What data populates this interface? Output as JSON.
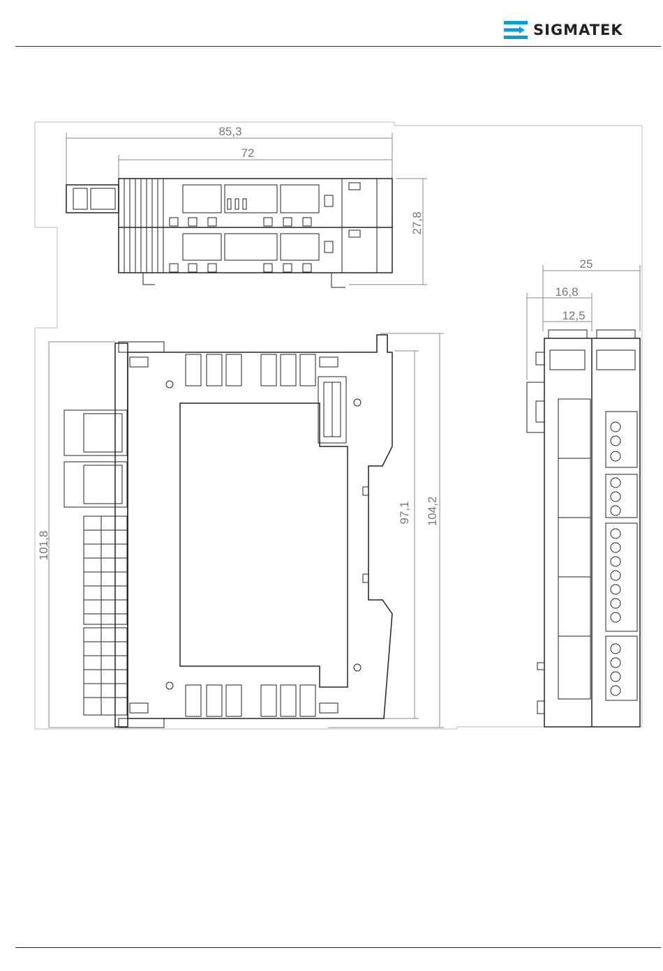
{
  "header": {
    "brand": "SIGMATEK",
    "brand_color": "#00a0d6",
    "logo_icon": "sigmatek-logo-icon"
  },
  "drawing": {
    "dims": {
      "top_width_overall": "85,3",
      "top_width_body": "72",
      "top_height": "27,8",
      "side_width": "25",
      "side_inner_1": "16,8",
      "side_inner_2": "12,5",
      "front_height_left": "101,8",
      "front_height_inner": "97,1",
      "front_height_overall": "104,2"
    }
  }
}
